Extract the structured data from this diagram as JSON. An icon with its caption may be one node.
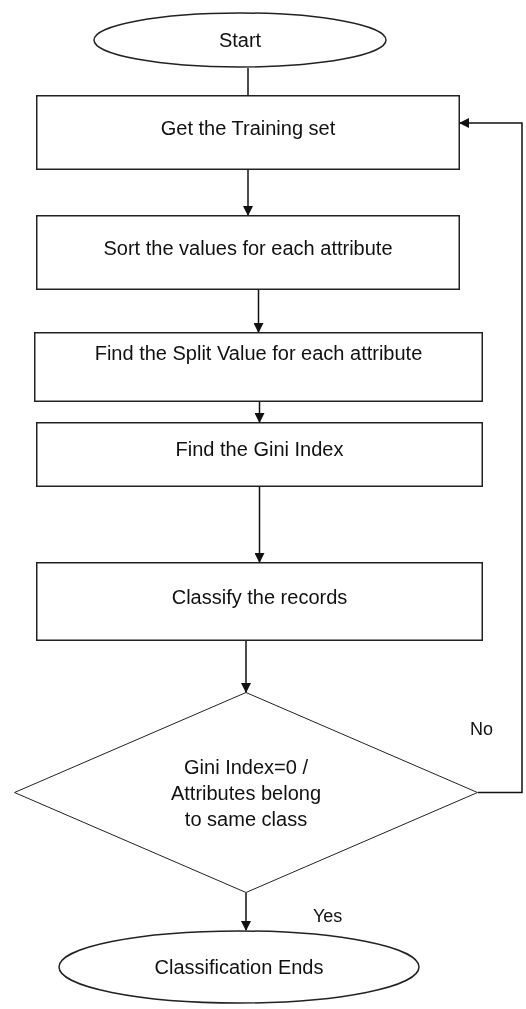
{
  "diagram": {
    "nodes": [
      {
        "text": [
          "Start"
        ]
      },
      {
        "text": [
          "Get the Training set"
        ]
      },
      {
        "text": [
          "Sort the values for each attribute"
        ]
      },
      {
        "text": [
          "Find the Split Value for each attribute"
        ]
      },
      {
        "text": [
          "Find the Gini Index"
        ]
      },
      {
        "text": [
          "Classify the records"
        ]
      },
      {
        "text": [
          "Gini Index=0 / Attributes belong to same class"
        ]
      },
      {
        "text": [
          "Classification Ends"
        ]
      }
    ],
    "edges": [
      {
        "from": 0,
        "to": 1,
        "arrow": "none"
      },
      {
        "from": 1,
        "to": 2,
        "arrow": "to"
      },
      {
        "from": 2,
        "to": 3,
        "arrow": "to"
      },
      {
        "from": 3,
        "to": 4,
        "arrow": "to"
      },
      {
        "from": 4,
        "to": 5,
        "arrow": "to"
      },
      {
        "from": 5,
        "to": 6,
        "arrow": "to"
      },
      {
        "from": 6,
        "to": 7,
        "arrow": "to",
        "label": "Yes"
      },
      {
        "from": 6,
        "to": 1,
        "arrow": "to",
        "label": "No"
      }
    ]
  }
}
